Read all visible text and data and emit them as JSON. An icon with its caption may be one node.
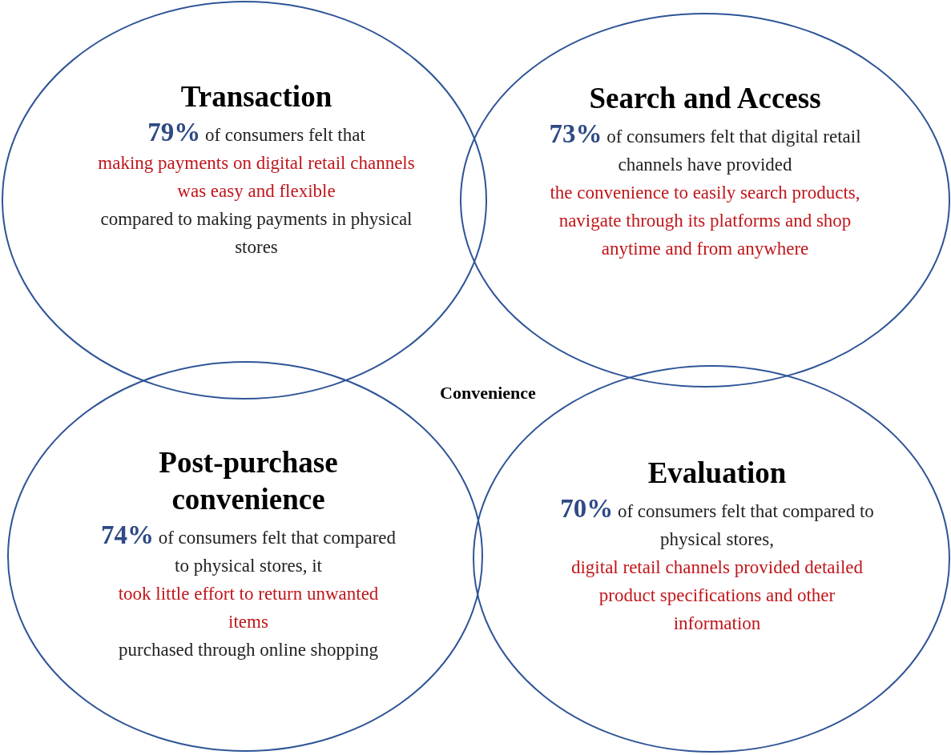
{
  "diagram": {
    "nodes": [
      {
        "text": [
          "Transaction",
          "**79%** of consumers felt that",
          "making payments on digital retail channels was easy and flexible",
          "compared to making payments in physical stores"
        ]
      },
      {
        "text": [
          "Search and Access",
          "**73%** of consumers felt that digital retail channels have provided",
          "the convenience to easily search products, navigate through its platforms and shop anytime and from anywhere"
        ]
      },
      {
        "text": [
          "Post-purchase convenience",
          "**74%** of consumers felt that compared to physical stores, it",
          "took little effort to return unwanted items",
          "purchased through online shopping"
        ]
      },
      {
        "text": [
          "Evaluation",
          "**70%** of consumers felt that compared to physical stores,",
          "digital retail channels provided detailed product specifications and other information"
        ]
      }
    ],
    "edges": [],
    "labels": [
      "Convenience"
    ]
  }
}
